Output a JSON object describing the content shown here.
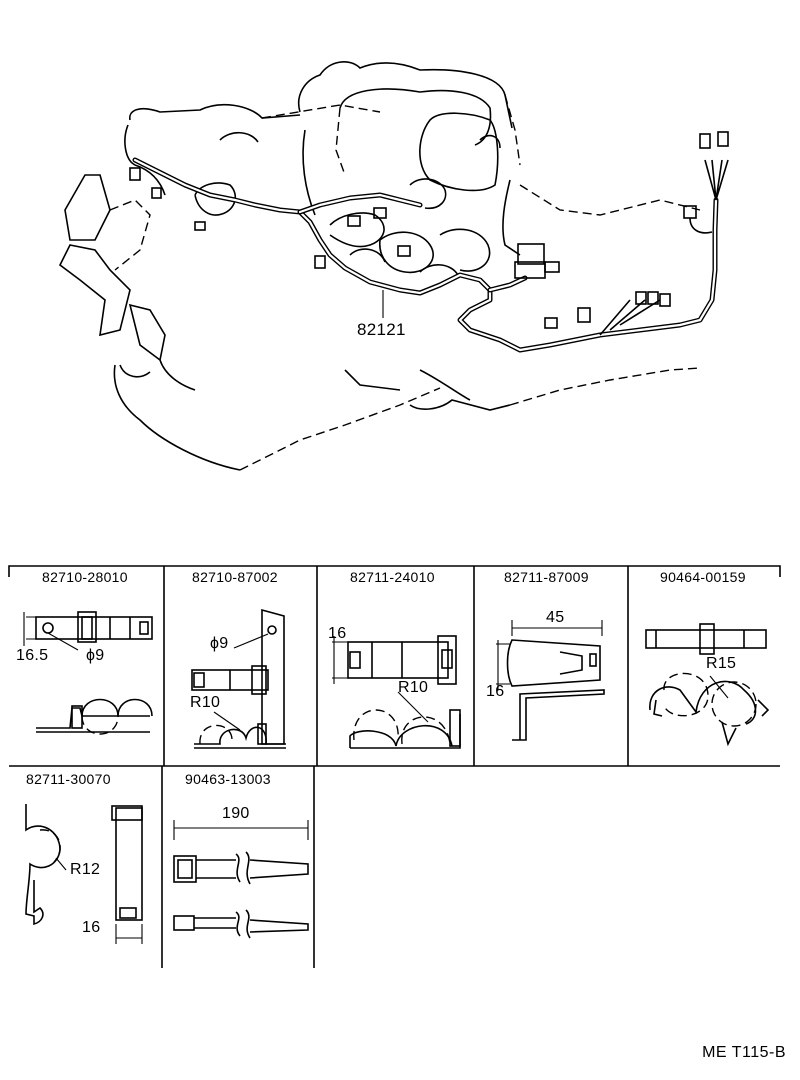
{
  "main_part": {
    "number": "82121"
  },
  "parts": [
    {
      "number": "82710-28010",
      "dims": [
        "16.5",
        "ϕ9"
      ]
    },
    {
      "number": "82710-87002",
      "dims": [
        "ϕ9",
        "R10"
      ]
    },
    {
      "number": "82711-24010",
      "dims": [
        "16",
        "R10"
      ]
    },
    {
      "number": "82711-87009",
      "dims": [
        "45",
        "16"
      ]
    },
    {
      "number": "90464-00159",
      "dims": [
        "R15"
      ]
    },
    {
      "number": "82711-30070",
      "dims": [
        "R12",
        "16"
      ]
    },
    {
      "number": "90463-13003",
      "dims": [
        "190"
      ]
    }
  ],
  "reference": "ME T115-B"
}
